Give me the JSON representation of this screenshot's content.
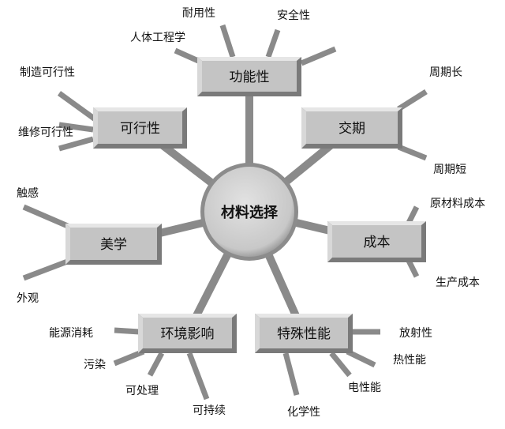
{
  "center": {
    "label": "材料选择"
  },
  "categories": [
    {
      "label": "功能性",
      "leaves": [
        "人体工程学",
        "耐用性",
        "安全性"
      ]
    },
    {
      "label": "可行性",
      "leaves": [
        "制造可行性",
        "维修可行性"
      ]
    },
    {
      "label": "交期",
      "leaves": [
        "周期长",
        "周期短"
      ]
    },
    {
      "label": "美学",
      "leaves": [
        "触感",
        "外观"
      ]
    },
    {
      "label": "成本",
      "leaves": [
        "原材料成本",
        "生产成本"
      ]
    },
    {
      "label": "环境影响",
      "leaves": [
        "能源消耗",
        "污染",
        "可处理",
        "可持续"
      ]
    },
    {
      "label": "特殊性能",
      "leaves": [
        "放射性",
        "热性能",
        "电性能",
        "化学性"
      ]
    }
  ],
  "colors": {
    "line": "#8a8a8a",
    "box": "#c4c4c4",
    "box_dark": "#7a7a7a",
    "box_light": "#e6e6e6"
  }
}
